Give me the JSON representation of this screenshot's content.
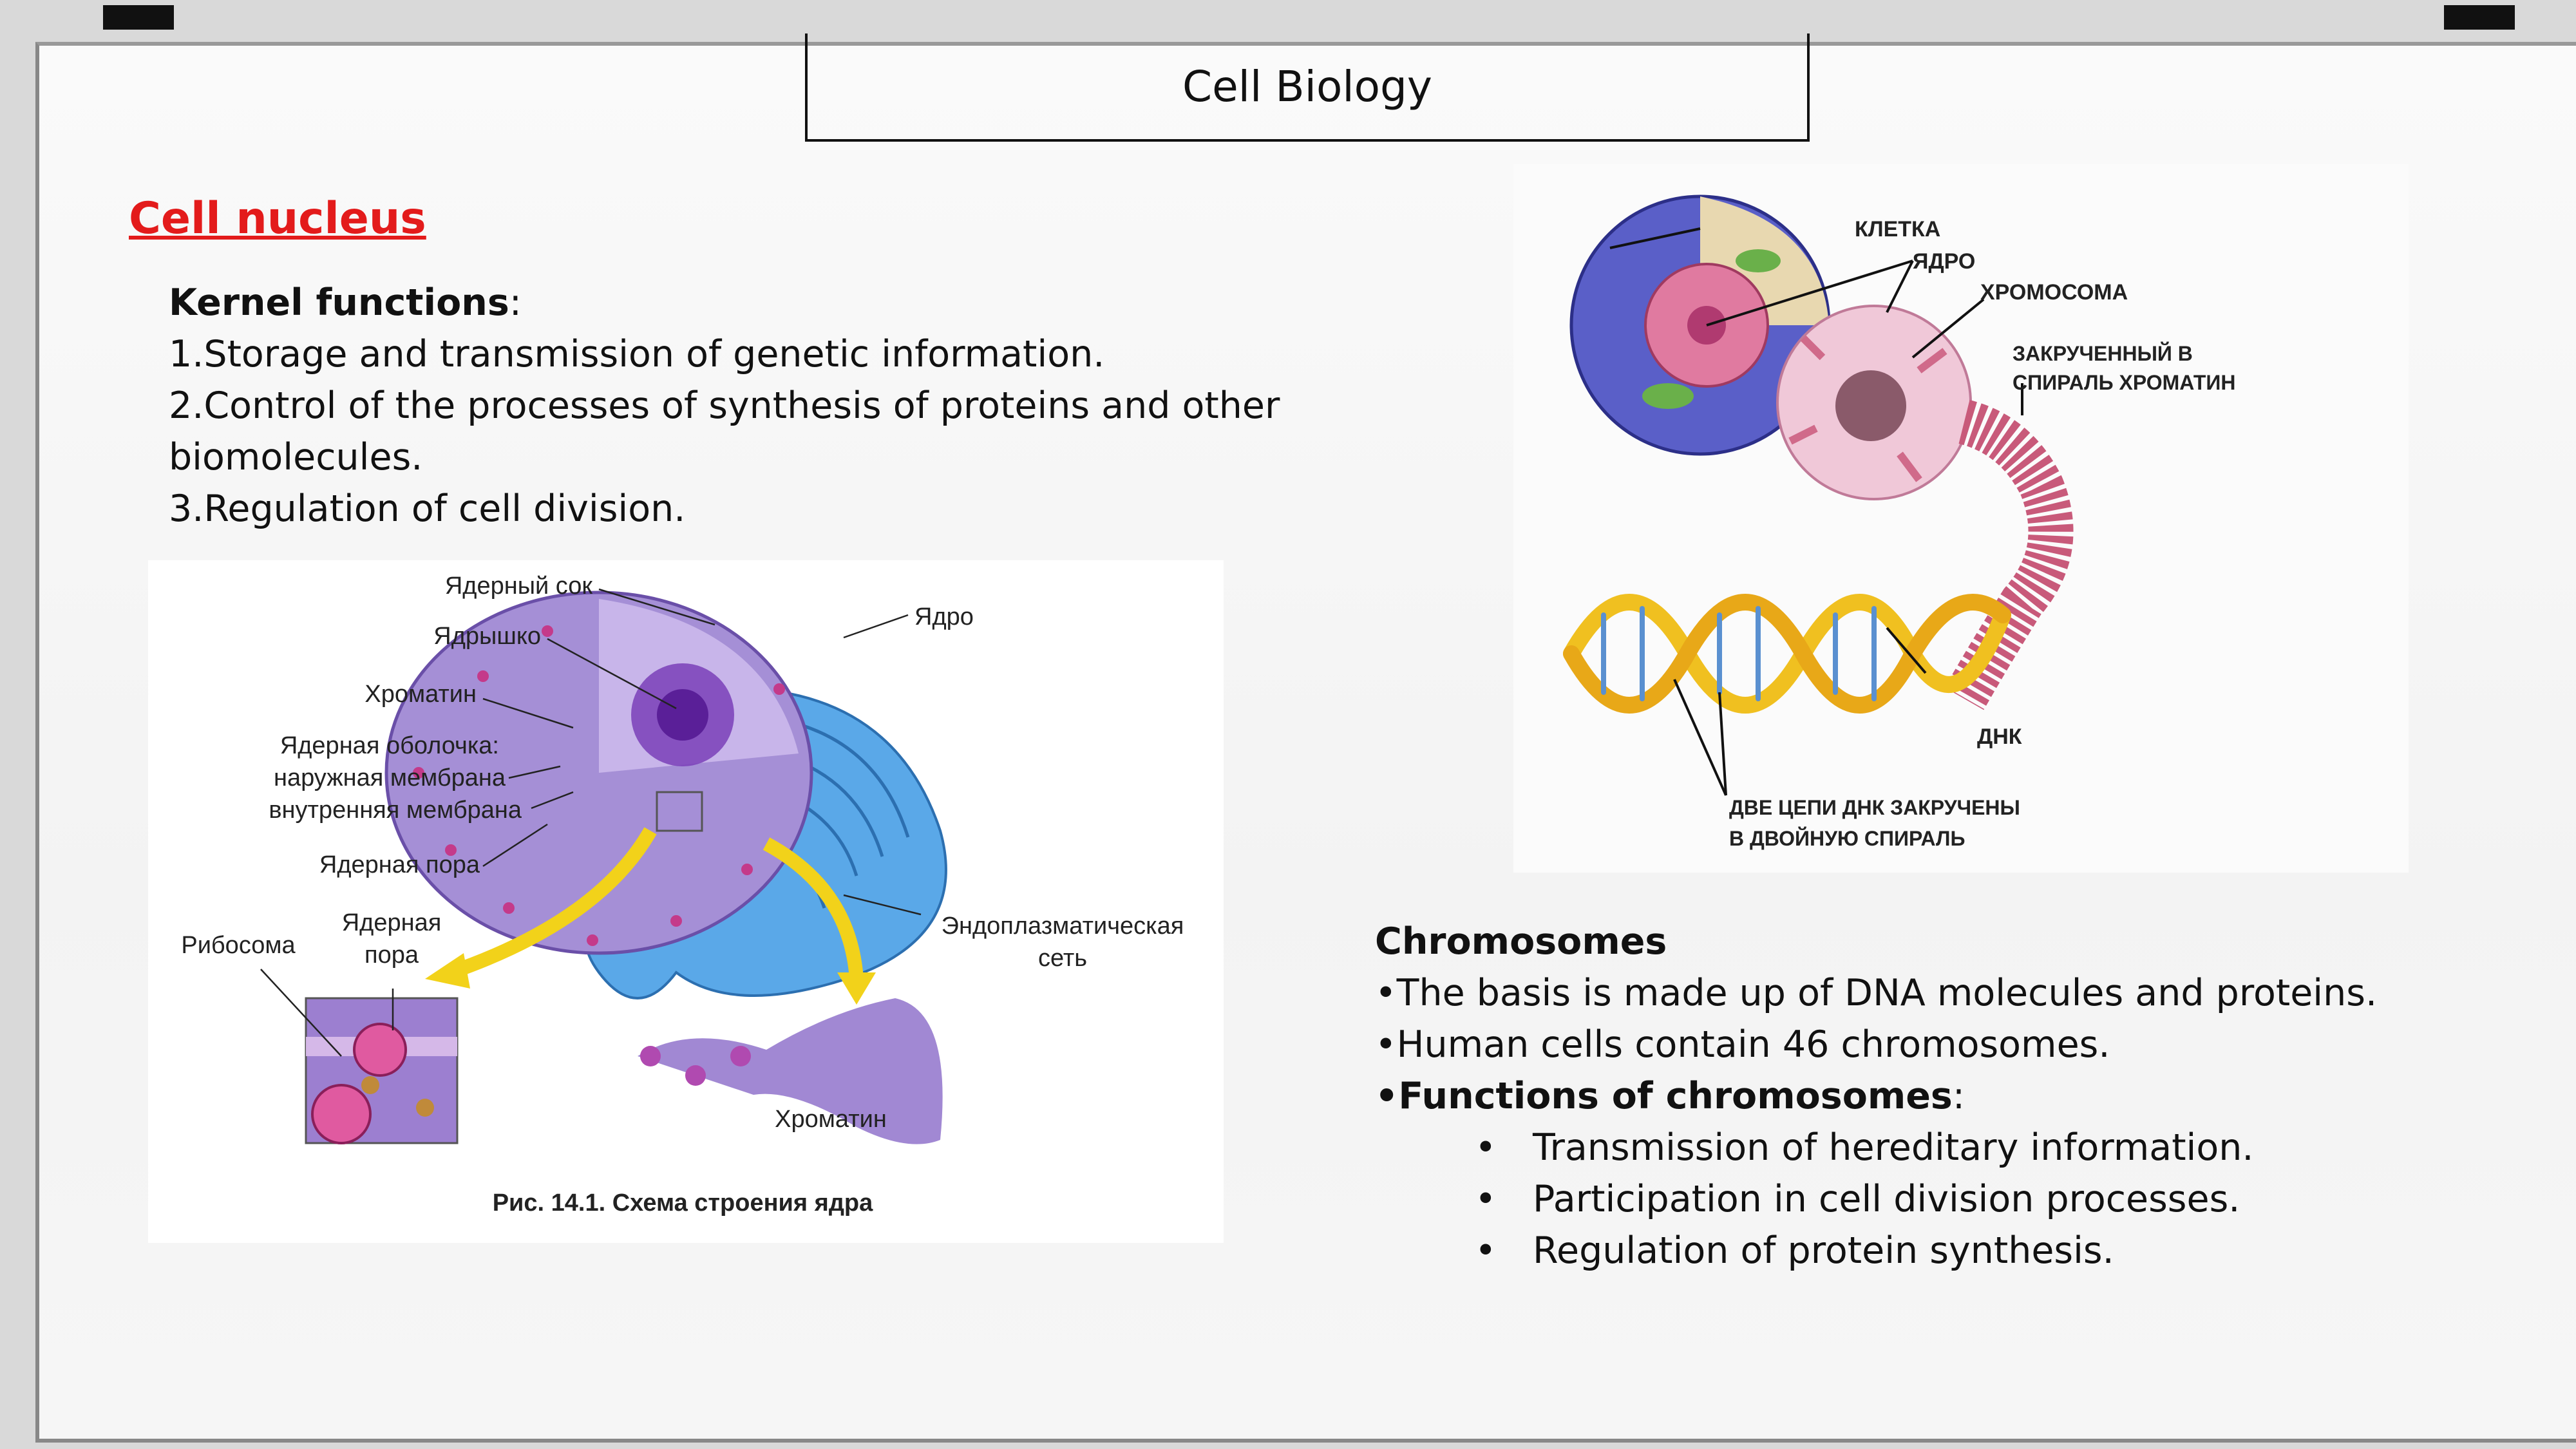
{
  "slide": {
    "title": "Cell Biology",
    "heading": "Cell nucleus"
  },
  "kernel": {
    "label": "Kernel functions",
    "colon": ":",
    "items": [
      "1.Storage and transmission of genetic information.",
      "2.Control of the processes of synthesis of proteins and other",
      "biomolecules.",
      "3.Regulation of cell division."
    ]
  },
  "figure_left": {
    "labels": {
      "nuclear_sap": "Ядерный сок",
      "nucleolus": "Ядрышко",
      "chromatin": "Хроматин",
      "envelope_1": "Ядерная оболочка:",
      "envelope_2": "наружная мембрана",
      "envelope_3": "внутренняя мембрана",
      "pore": "Ядерная пора",
      "nucleus": "Ядро",
      "er_1": "Эндоплазматическая",
      "er_2": "сеть",
      "ribosome": "Рибосома",
      "pore2_1": "Ядерная",
      "pore2_2": "пора",
      "chromatin2": "Хроматин"
    },
    "caption": "Рис. 14.1. Схема строения ядра"
  },
  "figure_right": {
    "labels": {
      "cell": "КЛЕТКА",
      "nucleus": "ЯДРО",
      "chromosome": "ХРОМОСОМА",
      "coiled_1": "ЗАКРУЧЕННЫЙ В",
      "coiled_2": "СПИРАЛЬ ХРОМАТИН",
      "dna": "ДНК",
      "strands_1": "ДВЕ ЦЕПИ ДНК ЗАКРУЧЕНЫ",
      "strands_2": "В ДВОЙНУЮ СПИРАЛЬ"
    }
  },
  "chromosomes": {
    "title": "Chromosomes",
    "line1": "•The basis is made up of DNA molecules and proteins.",
    "line2": "•Human cells contain 46 chromosomes.",
    "functions_label": "•Functions of chromosomes",
    "functions_colon": ":",
    "items": [
      "Transmission of hereditary information.",
      "Participation in cell division processes.",
      "Regulation of protein synthesis."
    ]
  },
  "colors": {
    "heading": "#e31b1b",
    "nucleus_purple": "#9b7fd0",
    "er_blue": "#4a9be0",
    "dna_yellow": "#f0c020",
    "chromatin_pink": "#d06a8a"
  }
}
